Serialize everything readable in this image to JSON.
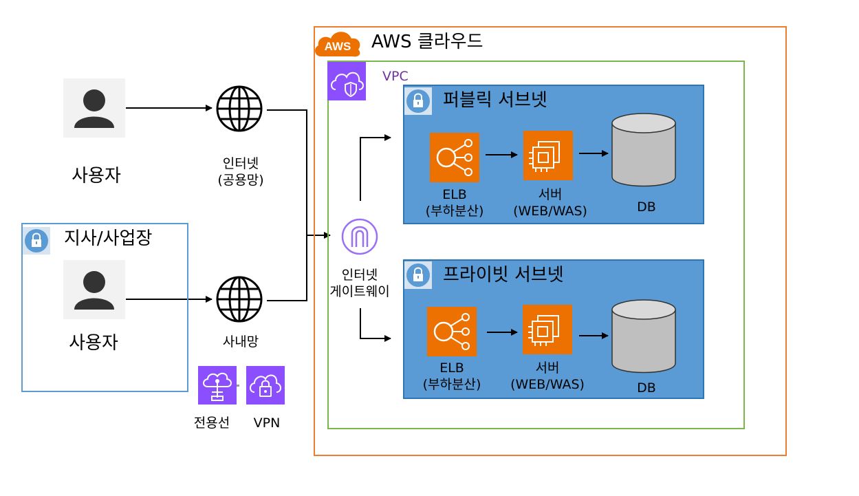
{
  "aws_cloud": {
    "badge": "AWS",
    "title": "AWS 클라우드"
  },
  "vpc": {
    "label": "VPC"
  },
  "public_subnet": {
    "title": "퍼블릭 서브넷",
    "elb_label": "ELB",
    "elb_sub": "(부하분산)",
    "server_label": "서버",
    "server_sub": "(WEB/WAS)",
    "db_label": "DB"
  },
  "private_subnet": {
    "title": "프라이빗 서브넷",
    "elb_label": "ELB",
    "elb_sub": "(부하분산)",
    "server_label": "서버",
    "server_sub": "(WEB/WAS)",
    "db_label": "DB"
  },
  "internet_gateway": {
    "line1": "인터넷",
    "line2": "게이트웨이"
  },
  "user_top": {
    "label": "사용자"
  },
  "internet": {
    "line1": "인터넷",
    "line2": "(공용망)"
  },
  "branch": {
    "title": "지사/사업장",
    "user_label": "사용자"
  },
  "intranet": {
    "label": "사내망"
  },
  "direct_connect": {
    "label": "전용선"
  },
  "vpn": {
    "label": "VPN"
  },
  "colors": {
    "aws_border": "#ed7d31",
    "vpc_border": "#7ab648",
    "subnet_fill": "#5b9bd5",
    "subnet_border": "#2e75b6",
    "branch_border": "#5b9bd5",
    "compute_orange": "#ed7100",
    "vpc_purple": "#8c4fff",
    "vpc_text": "#7030a0"
  }
}
